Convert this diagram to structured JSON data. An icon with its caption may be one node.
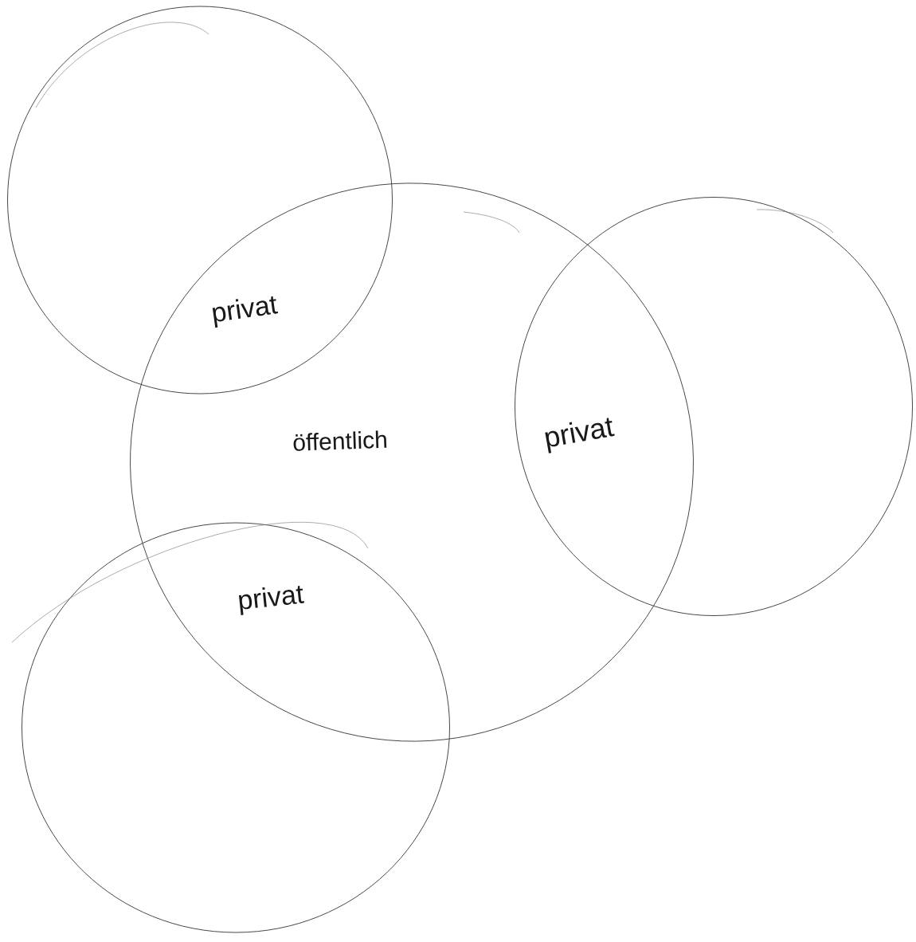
{
  "diagram": {
    "nodes": [
      {
        "text": [
          "privat"
        ]
      },
      {
        "text": [
          "öffentlich"
        ]
      },
      {
        "text": [
          "privat"
        ]
      },
      {
        "text": [
          "privat"
        ]
      }
    ]
  }
}
